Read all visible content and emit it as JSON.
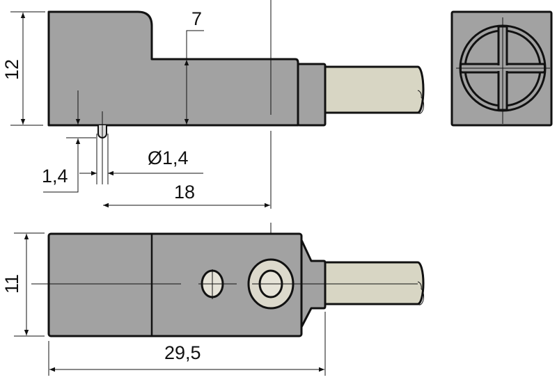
{
  "drawing": {
    "dimensions": {
      "height_side": "12",
      "step_height": "7",
      "pin_offset": "1,4",
      "pin_diameter": "Ø1,4",
      "pin_to_center": "18",
      "height_bottom": "11",
      "total_length": "29,5"
    },
    "colors": {
      "housing": "#a2a2a2",
      "cable": "#d8d6c4",
      "outline": "#111111"
    }
  }
}
